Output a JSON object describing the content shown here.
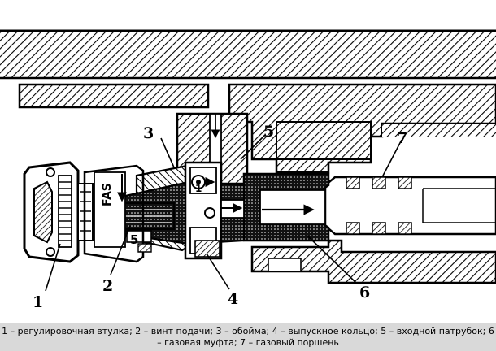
{
  "callouts": {
    "c1": "1",
    "c2": "2",
    "c3": "3",
    "c4": "4",
    "c5": "5",
    "c6": "6",
    "c7": "7"
  },
  "stamps": {
    "fast": "FAS",
    "slow_digit": "5",
    "vent_digit": "1"
  },
  "caption": {
    "text": "1 – регулировочная втулка; 2 – винт подачи; 3 – обойма; 4 – выпускное кольцо; 5 – входной патрубок; 6 – газовая муфта; 7 – газовый поршень"
  }
}
